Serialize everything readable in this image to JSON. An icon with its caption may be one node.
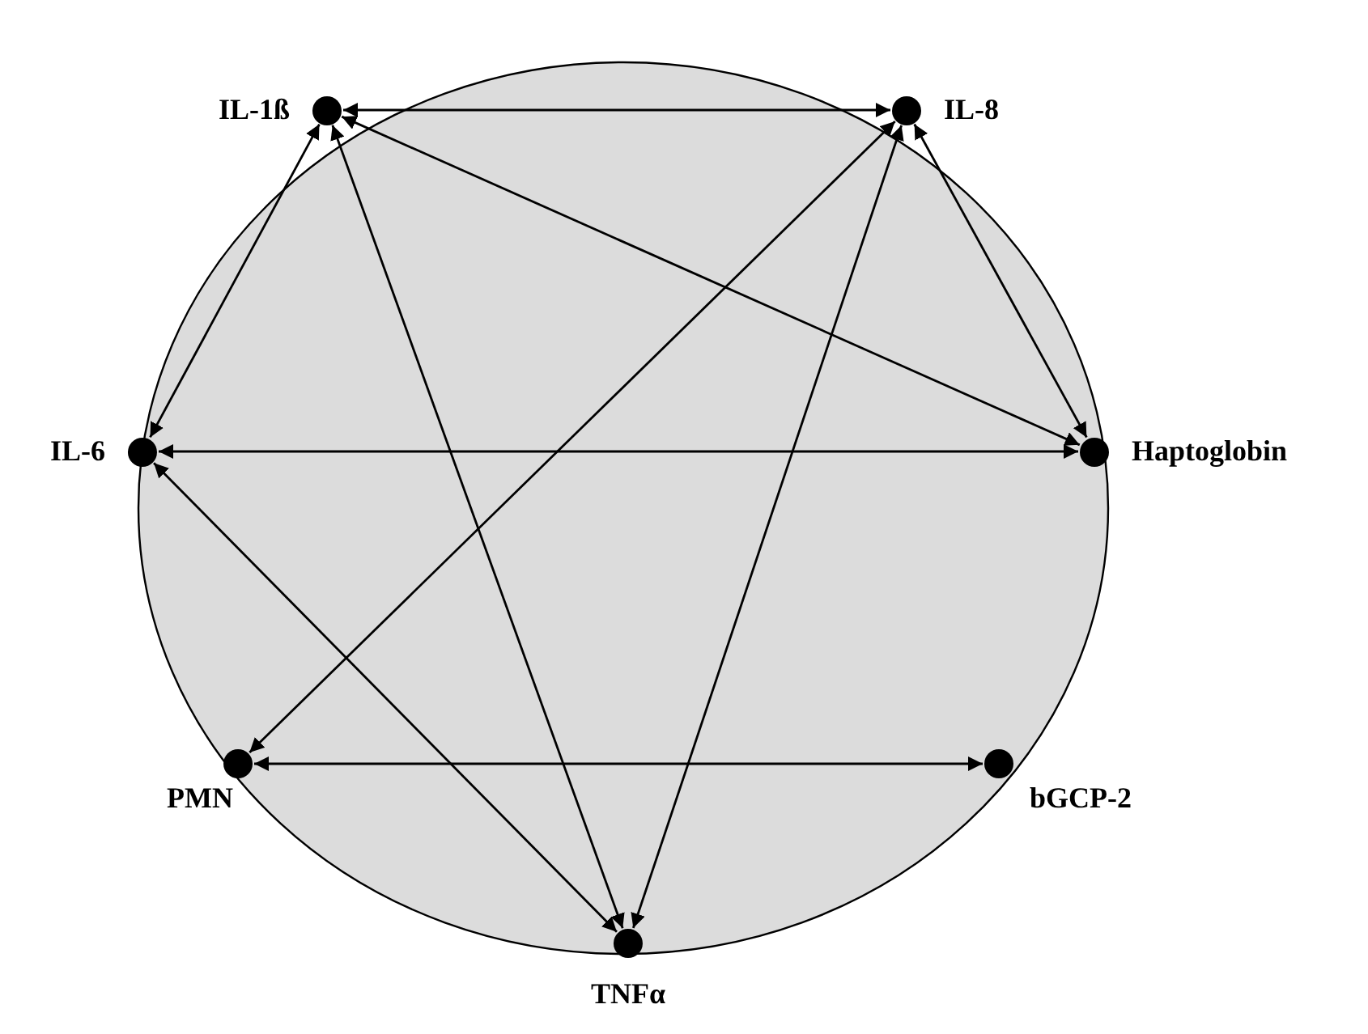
{
  "diagram": {
    "nodes": [
      {
        "text": [],
        "shape": "circle"
      },
      {
        "text": [
          "IL-1ß"
        ],
        "in": 0
      },
      {
        "text": [
          "IL-8"
        ],
        "in": 0
      },
      {
        "text": [
          "IL-6"
        ],
        "in": 0
      },
      {
        "text": [
          "Haptoglobin"
        ],
        "in": 0
      },
      {
        "text": [
          "PMN"
        ],
        "in": 0
      },
      {
        "text": [
          "bGCP-2"
        ],
        "in": 0
      },
      {
        "text": [
          "TNFα"
        ],
        "in": 0
      }
    ],
    "edges": [
      {
        "from": 1,
        "to": 2,
        "arrow": "both"
      },
      {
        "from": 1,
        "to": 3,
        "arrow": "both"
      },
      {
        "from": 1,
        "to": 4,
        "arrow": "both"
      },
      {
        "from": 1,
        "to": 7,
        "arrow": "both"
      },
      {
        "from": 2,
        "to": 4,
        "arrow": "both"
      },
      {
        "from": 2,
        "to": 5,
        "arrow": "both"
      },
      {
        "from": 2,
        "to": 7,
        "arrow": "both"
      },
      {
        "from": 3,
        "to": 4,
        "arrow": "both"
      },
      {
        "from": 3,
        "to": 7,
        "arrow": "both"
      },
      {
        "from": 5,
        "to": 6,
        "arrow": "both"
      }
    ]
  }
}
